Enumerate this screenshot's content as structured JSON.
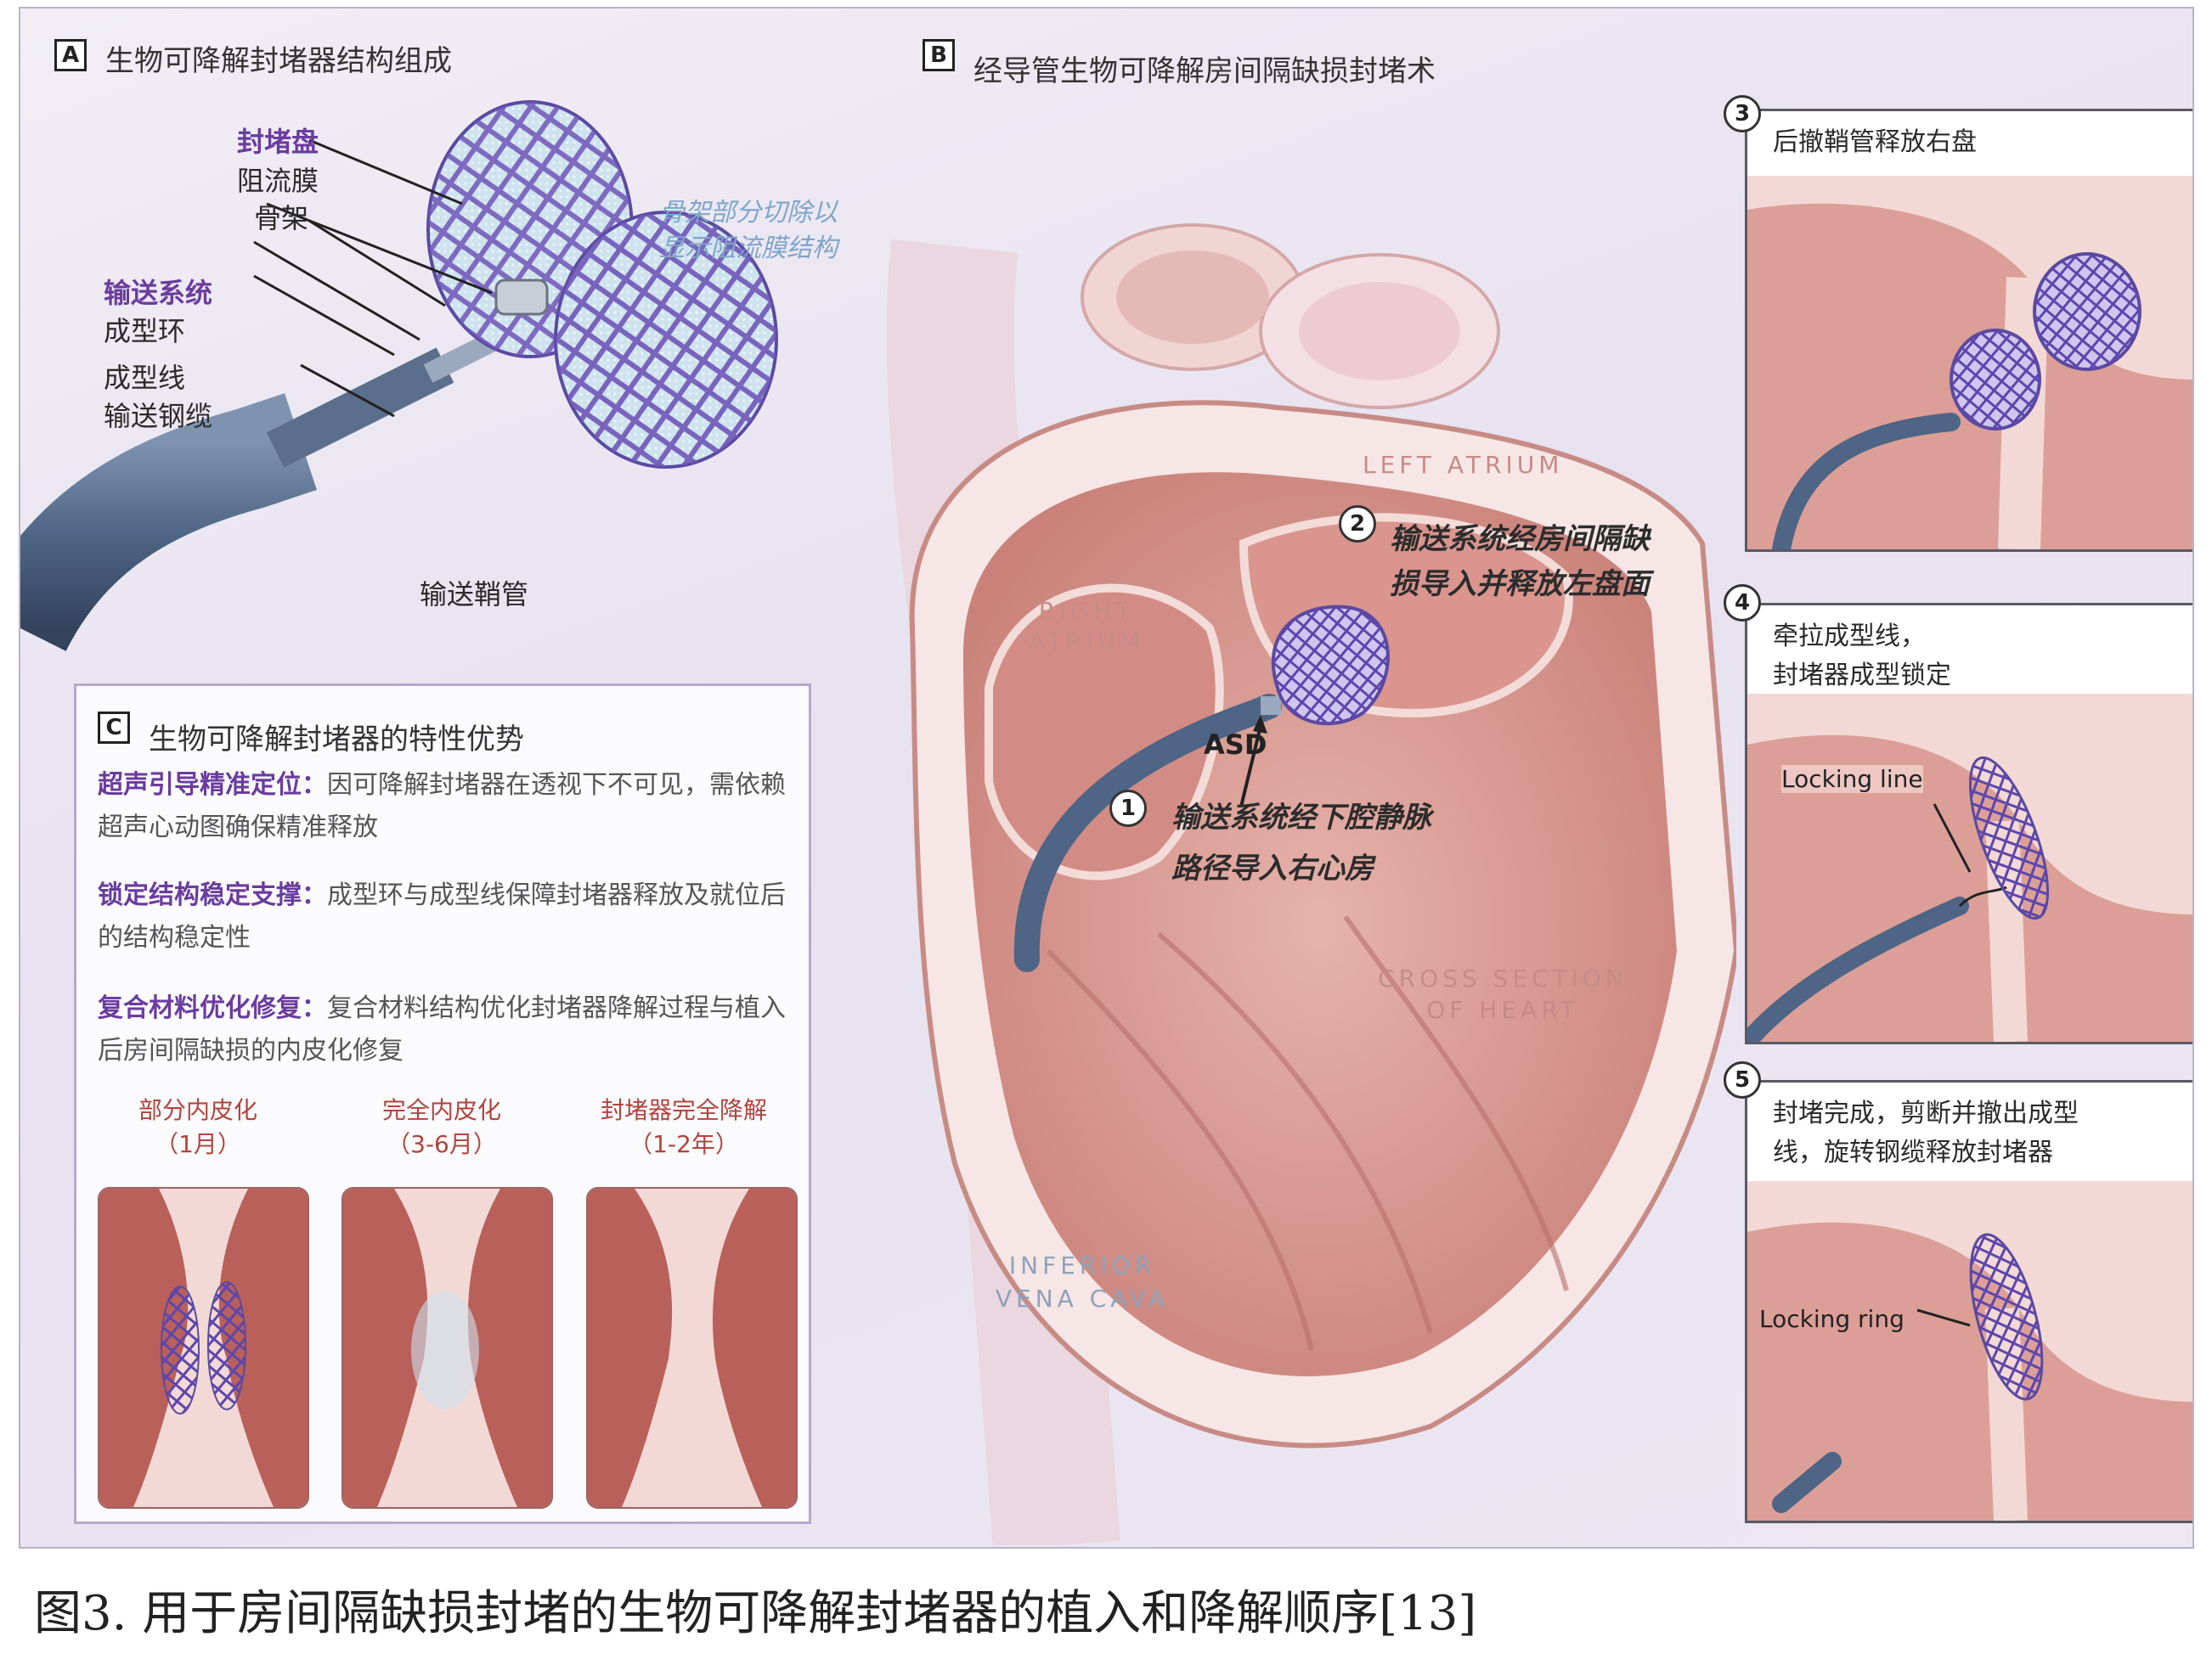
{
  "panel_a": {
    "letter": "A",
    "title": "生物可降解封堵器结构组成",
    "disc_label": "封堵盘",
    "membrane_label": "阻流膜",
    "frame_label": "骨架",
    "delivery_label": "输送系统",
    "loop_label": "成型环",
    "line_label": "成型线",
    "cable_label": "输送钢缆",
    "sheath_label": "输送鞘管",
    "note_line1": "骨架部分切除以",
    "note_line2": "显示阻流膜结构"
  },
  "panel_b": {
    "letter": "B",
    "title": "经导管生物可降解房间隔缺损封堵术",
    "left_atrium": "LEFT ATRIUM",
    "right_atrium_1": "RIGHT",
    "right_atrium_2": "ATRIUM",
    "cross_section_1": "CROSS SECTION",
    "cross_section_2": "OF HEART",
    "ivc_1": "INFERIOR",
    "ivc_2": "VENA CAVA",
    "asd": "ASD",
    "step1_num": "1",
    "step1_line1": "输送系统经下腔静脉",
    "step1_line2": "路径导入右心房",
    "step2_num": "2",
    "step2_line1": "输送系统经房间隔缺",
    "step2_line2": "损导入并释放左盘面"
  },
  "steps": {
    "s3_num": "3",
    "s3_line1": "后撤鞘管释放右盘",
    "s4_num": "4",
    "s4_line1": "牵拉成型线，",
    "s4_line2": "封堵器成型锁定",
    "s4_callout": "Locking line",
    "s5_num": "5",
    "s5_line1": "封堵完成，剪断并撤出成型",
    "s5_line2": "线，旋转钢缆释放封堵器",
    "s5_callout": "Locking ring"
  },
  "panel_c": {
    "letter": "C",
    "title": "生物可降解封堵器的特性优势",
    "p1_head": "超声引导精准定位：",
    "p1_body": "因可降解封堵器在透视下不可见，需依赖超声心动图确保精准释放",
    "p2_head": "锁定结构稳定支撑：",
    "p2_body": "成型环与成型线保障封堵器释放及就位后的结构稳定性",
    "p3_head": "复合材料优化修复：",
    "p3_body": "复合材料结构优化封堵器降解过程与植入后房间隔缺损的内皮化修复",
    "stage1_name": "部分内皮化",
    "stage1_time": "（1月）",
    "stage2_name": "完全内皮化",
    "stage2_time": "（3-6月）",
    "stage3_name": "封堵器完全降解",
    "stage3_time": "（1-2年）"
  },
  "caption": "图3. 用于房间隔缺损封堵的生物可降解封堵器的植入和降解顺序[13]",
  "colors": {
    "purple_label": "#6a3c9e",
    "device_mesh": "#6e55b8",
    "catheter": "#4e6585",
    "tissue": "#d89a93"
  }
}
